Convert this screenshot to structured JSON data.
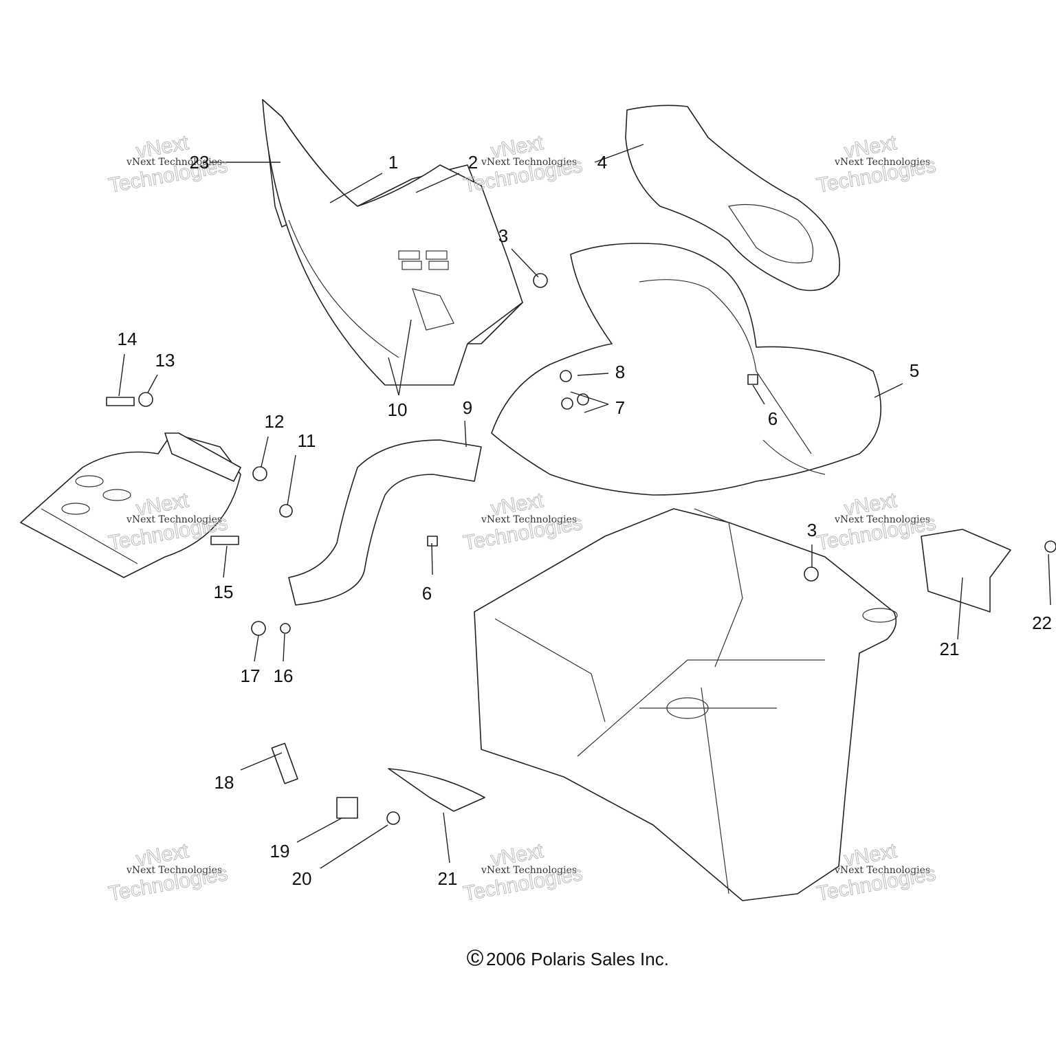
{
  "callouts": [
    "1",
    "2",
    "3",
    "4",
    "5",
    "6",
    "7",
    "8",
    "9",
    "10",
    "11",
    "12",
    "13",
    "14",
    "15",
    "16",
    "17",
    "18",
    "19",
    "20",
    "21",
    "22",
    "23"
  ],
  "copyright": "2006 Polaris Sales Inc.",
  "copyright_symbol": "c",
  "watermark": {
    "line1": "vNext Technologies",
    "line2a": "vNext",
    "line2b": "Technologies"
  }
}
